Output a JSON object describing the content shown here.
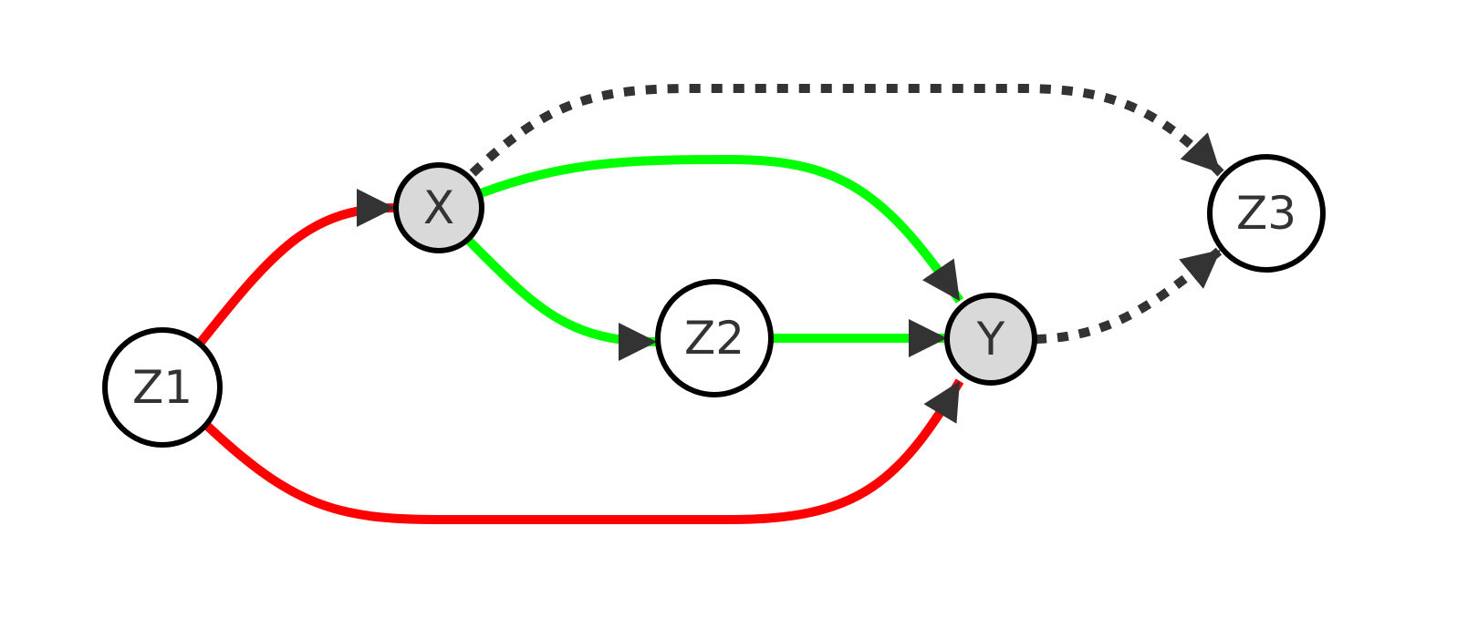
{
  "diagram": {
    "nodes": [
      {
        "id": "Z1",
        "label": "Z1",
        "fill": "#ffffff"
      },
      {
        "id": "X",
        "label": "X",
        "fill": "#d9d9d9"
      },
      {
        "id": "Z2",
        "label": "Z2",
        "fill": "#ffffff"
      },
      {
        "id": "Y",
        "label": "Y",
        "fill": "#d9d9d9"
      },
      {
        "id": "Z3",
        "label": "Z3",
        "fill": "#ffffff"
      }
    ],
    "edges": [
      {
        "from": "Z1",
        "to": "X",
        "color": "#ff0000",
        "style": "solid"
      },
      {
        "from": "Z1",
        "to": "Y",
        "color": "#ff0000",
        "style": "solid"
      },
      {
        "from": "X",
        "to": "Z2",
        "color": "#00ff00",
        "style": "solid"
      },
      {
        "from": "X",
        "to": "Y",
        "color": "#00ff00",
        "style": "solid"
      },
      {
        "from": "Z2",
        "to": "Y",
        "color": "#00ff00",
        "style": "solid"
      },
      {
        "from": "X",
        "to": "Z3",
        "color": "#333333",
        "style": "dotted"
      },
      {
        "from": "Y",
        "to": "Z3",
        "color": "#333333",
        "style": "dotted"
      }
    ],
    "arrowhead_color": "#333333",
    "node_stroke": "#000000"
  }
}
